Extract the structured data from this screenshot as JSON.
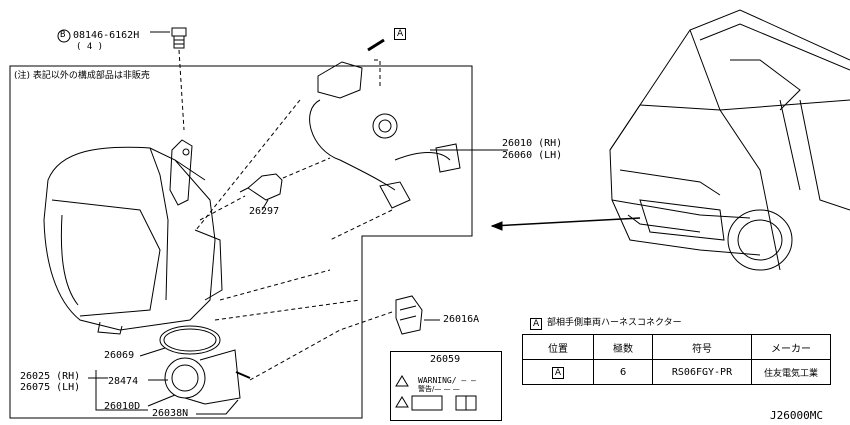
{
  "bolt_callout": {
    "circle_letter": "B",
    "part": "08146-6162H",
    "qty": "( 4 )"
  },
  "arrow_ref": "A",
  "note": "(注) 表記以外の構成部品は非販売",
  "parts": {
    "p26010": "26010 (RH)",
    "p26060": "26060 (LH)",
    "p26297": "26297",
    "p26016A": "26016A",
    "p26069": "26069",
    "p26025": "26025 (RH)",
    "p26075": "26075 (LH)",
    "p28474": "28474",
    "p26010D": "26010D",
    "p26038N": "26038N",
    "p26059": "26059"
  },
  "warning_label": {
    "title": "WARNING/ — —",
    "sub": "警告/— — —"
  },
  "connector_table": {
    "title_letter": "A",
    "title": "部相手側車両ハーネスコネクター",
    "headers": [
      "位置",
      "極数",
      "符号",
      "メーカー"
    ],
    "row": {
      "position": "A",
      "poles": "6",
      "code": "RS06FGY-PR",
      "maker": "住友電気工業"
    }
  },
  "diagram_id": "J26000MC"
}
